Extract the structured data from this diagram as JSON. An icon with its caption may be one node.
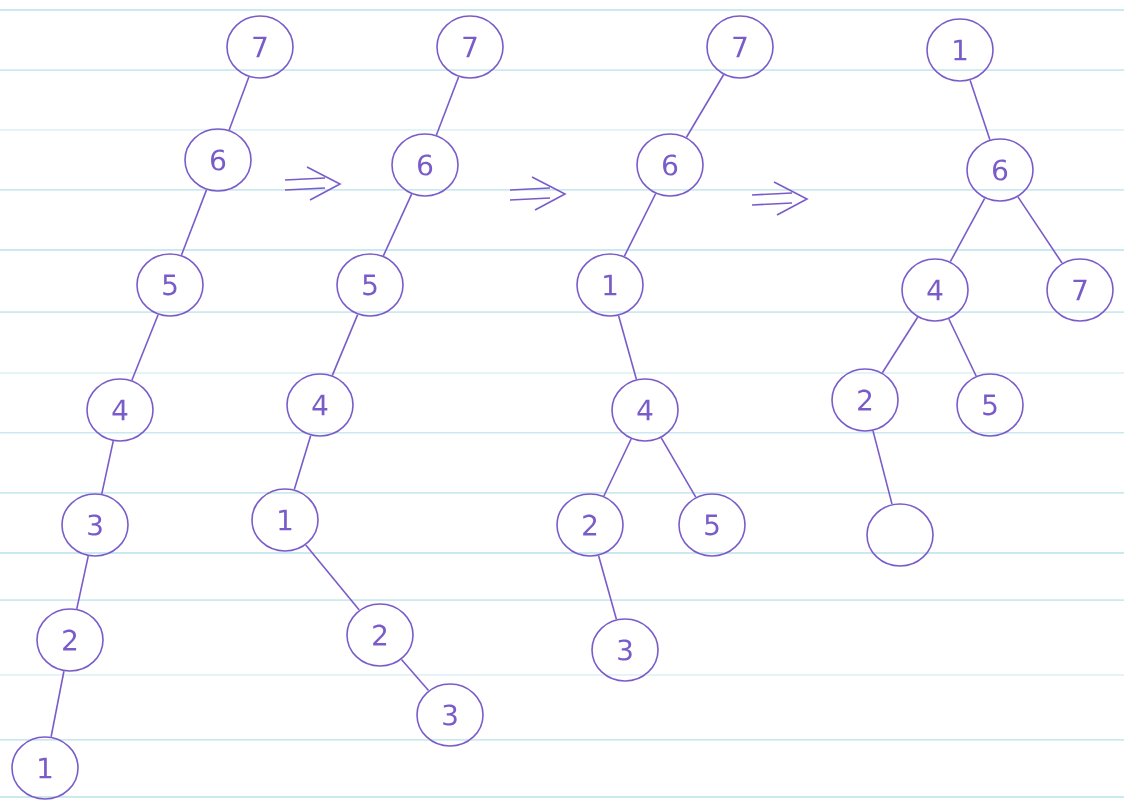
{
  "diagram": {
    "nodes": [
      {
        "text": [
          "7"
        ]
      },
      {
        "text": [
          "6"
        ]
      },
      {
        "text": [
          "5"
        ]
      },
      {
        "text": [
          "4"
        ]
      },
      {
        "text": [
          "3"
        ]
      },
      {
        "text": [
          "2"
        ]
      },
      {
        "text": [
          "1"
        ]
      },
      {
        "text": [
          "7"
        ]
      },
      {
        "text": [
          "6"
        ]
      },
      {
        "text": [
          "5"
        ]
      },
      {
        "text": [
          "4"
        ]
      },
      {
        "text": [
          "1"
        ]
      },
      {
        "text": [
          "2"
        ]
      },
      {
        "text": [
          "3"
        ]
      },
      {
        "text": [
          "7"
        ]
      },
      {
        "text": [
          "6"
        ]
      },
      {
        "text": [
          "1"
        ]
      },
      {
        "text": [
          "4"
        ]
      },
      {
        "text": [
          "2"
        ]
      },
      {
        "text": [
          "5"
        ]
      },
      {
        "text": [
          "3"
        ]
      },
      {
        "text": [
          "1"
        ]
      },
      {
        "text": [
          "6"
        ]
      },
      {
        "text": [
          "4"
        ]
      },
      {
        "text": [
          "7"
        ]
      },
      {
        "text": [
          "2"
        ]
      },
      {
        "text": [
          "5"
        ]
      },
      {
        "text": [],
        "shape": "circle"
      }
    ],
    "edges": [
      {
        "from": 0,
        "to": 1,
        "arrow": "none"
      },
      {
        "from": 1,
        "to": 2,
        "arrow": "none"
      },
      {
        "from": 2,
        "to": 3,
        "arrow": "none"
      },
      {
        "from": 3,
        "to": 4,
        "arrow": "none"
      },
      {
        "from": 4,
        "to": 5,
        "arrow": "none"
      },
      {
        "from": 5,
        "to": 6,
        "arrow": "none"
      },
      {
        "from": 7,
        "to": 8,
        "arrow": "none"
      },
      {
        "from": 8,
        "to": 9,
        "arrow": "none"
      },
      {
        "from": 9,
        "to": 10,
        "arrow": "none"
      },
      {
        "from": 10,
        "to": 11,
        "arrow": "none"
      },
      {
        "from": 11,
        "to": 12,
        "arrow": "none"
      },
      {
        "from": 12,
        "to": 13,
        "arrow": "none"
      },
      {
        "from": 14,
        "to": 15,
        "arrow": "none"
      },
      {
        "from": 15,
        "to": 16,
        "arrow": "none"
      },
      {
        "from": 16,
        "to": 17,
        "arrow": "none"
      },
      {
        "from": 17,
        "to": 18,
        "arrow": "none"
      },
      {
        "from": 17,
        "to": 19,
        "arrow": "none"
      },
      {
        "from": 18,
        "to": 20,
        "arrow": "none"
      },
      {
        "from": 21,
        "to": 22,
        "arrow": "none"
      },
      {
        "from": 22,
        "to": 23,
        "arrow": "none"
      },
      {
        "from": 22,
        "to": 24,
        "arrow": "none"
      },
      {
        "from": 23,
        "to": 25,
        "arrow": "none"
      },
      {
        "from": 23,
        "to": 26,
        "arrow": "none"
      },
      {
        "from": 25,
        "to": 27,
        "arrow": "none"
      }
    ]
  }
}
